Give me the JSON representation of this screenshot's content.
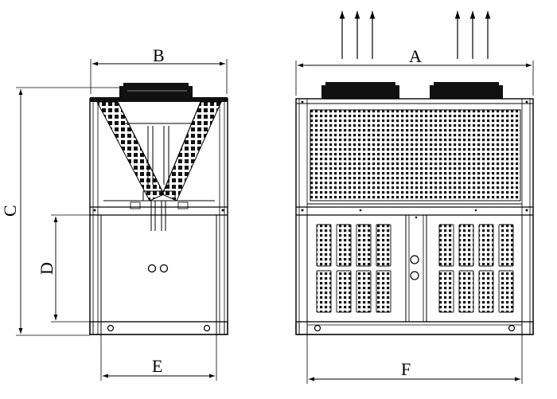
{
  "dimensions": {
    "A": "A",
    "B": "B",
    "C": "C",
    "D": "D",
    "E": "E",
    "F": "F"
  },
  "colors": {
    "line": "#000000",
    "background": "#ffffff",
    "fill_dark": "#111111",
    "fill_panel": "#f4f4f4"
  },
  "icons": {
    "airflow": "arrow-up-icon",
    "fan": "fan-icon"
  }
}
